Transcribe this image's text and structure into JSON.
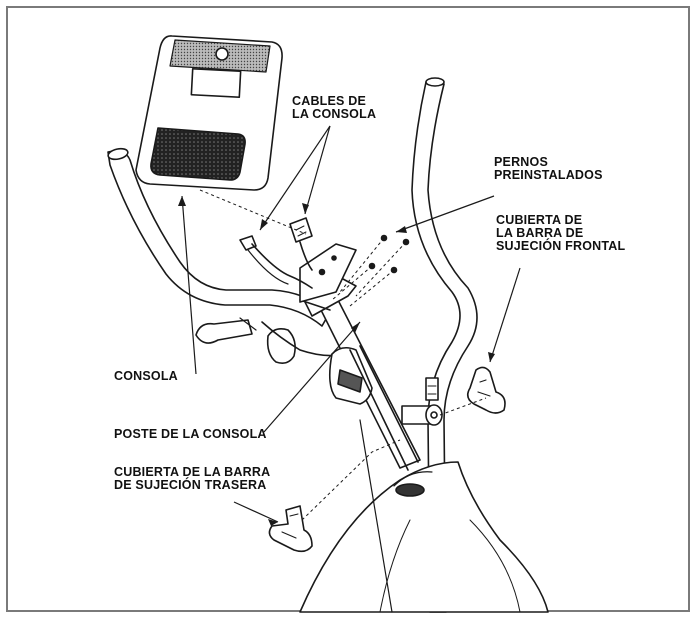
{
  "labels": {
    "console_cables": [
      "CABLES DE",
      "LA CONSOLA"
    ],
    "preinstalled_bolts": [
      "PERNOS",
      "PREINSTALADOS"
    ],
    "front_handlebar_cover": [
      "CUBIERTA DE",
      "LA BARRA DE",
      "SUJECIÓN FRONTAL"
    ],
    "console": [
      "CONSOLA"
    ],
    "console_post": [
      "POSTE DE LA CONSOLA"
    ],
    "rear_handlebar_cover": [
      "CUBIERTA DE LA BARRA",
      "DE SUJECIÓN TRASERA"
    ]
  },
  "colors": {
    "line": "#1a1a1a",
    "frame": "#7a7a7a",
    "shade": "#3a3a3a"
  }
}
